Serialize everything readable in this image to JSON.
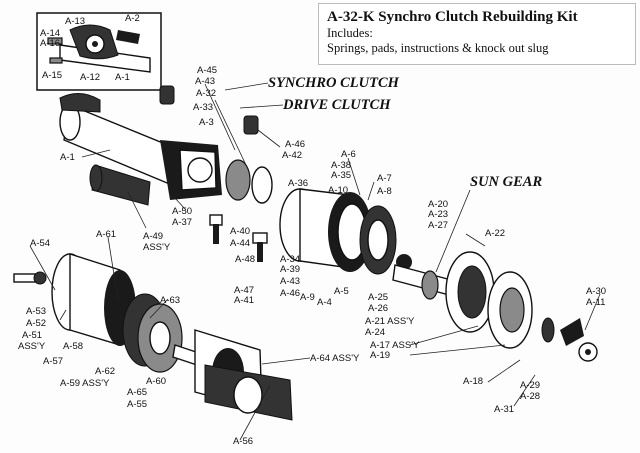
{
  "info": {
    "title": "A-32-K Synchro Clutch  Rebuilding Kit",
    "includes": "Includes:",
    "contents": "Springs, pads,  instructions & knock out slug"
  },
  "headers": {
    "synchro": "SYNCHRO  CLUTCH",
    "drive": "DRIVE CLUTCH",
    "sun": "SUN GEAR"
  },
  "parts": {
    "a13": "A-13",
    "a2": "A-2",
    "a14": "A-14",
    "a16": "A-16",
    "a15": "A-15",
    "a12": "A-12",
    "a1top": "A-1",
    "a45": "A-45",
    "a43": "A-43",
    "a32": "A-32",
    "a33": "A-33",
    "a3": "A-3",
    "a1": "A-1",
    "a46": "A-46",
    "a42": "A-42",
    "a6": "A-6",
    "a38": "A-38",
    "a35": "A-35",
    "a36": "A-36",
    "a10": "A-10",
    "a7": "A-7",
    "a8": "A-8",
    "a50": "A-50",
    "a37": "A-37",
    "a49": "A-49",
    "assy49": "ASS'Y",
    "a20": "A-20",
    "a23": "A-23",
    "a27": "A-27",
    "a22": "A-22",
    "a54": "A-54",
    "a61": "A-61",
    "a40": "A-40",
    "a44": "A-44",
    "a48": "A-48",
    "a34": "A-34",
    "a39": "A-39",
    "a43b": "A-43",
    "a46b": "A-46",
    "a47": "A-47",
    "a41": "A-41",
    "a9": "A-9",
    "a4": "A-4",
    "a5": "A-5",
    "a25": "A-25",
    "a26": "A-26",
    "a21": "A-21 ASS'Y",
    "a24": "A-24",
    "a30": "A-30",
    "a11": "A-11",
    "a63": "A-63",
    "a53": "A-53",
    "a52": "A-52",
    "a51": "A-51",
    "assy51": "ASS'Y",
    "a58": "A-58",
    "a57": "A-57",
    "a17": "A-17 ASS'Y",
    "a19": "A-19",
    "a64": "A-64 ASS'Y",
    "a62": "A-62",
    "a59": "A-59 ASS'Y",
    "a60": "A-60",
    "a65": "A-65",
    "a55": "A-55",
    "a18": "A-18",
    "a29": "A-29",
    "a28": "A-28",
    "a31": "A-31",
    "a56": "A-56"
  }
}
